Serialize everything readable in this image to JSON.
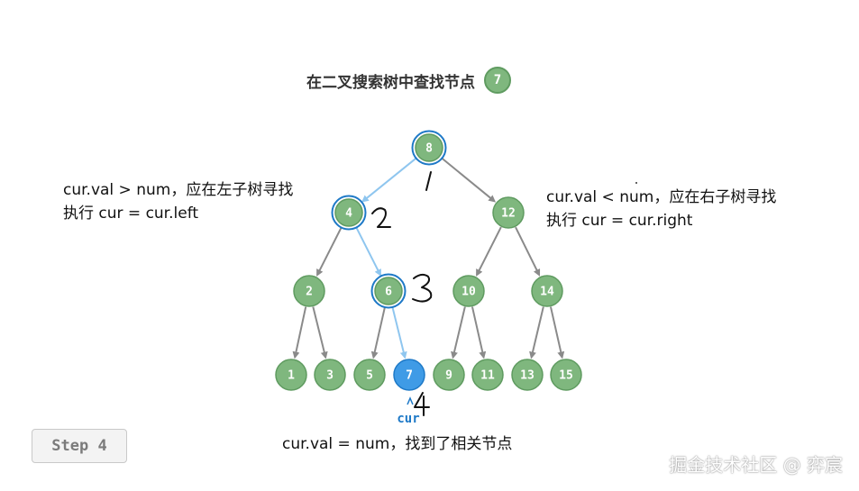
{
  "title": {
    "text": "在二叉搜索树中查找节点",
    "target_value": "7"
  },
  "notes": {
    "left": {
      "line1": "cur.val > num，应在左子树寻找",
      "line2": "执行 cur = cur.left"
    },
    "right": {
      "line1": "cur.val < num，应在右子树寻找",
      "line2": "执行 cur = cur.right"
    },
    "bottom": "cur.val = num，找到了相关节点"
  },
  "tree": {
    "nodes": [
      {
        "id": "n8",
        "value": "8",
        "state": "visited"
      },
      {
        "id": "n4",
        "value": "4",
        "state": "visited"
      },
      {
        "id": "n12",
        "value": "12",
        "state": "normal"
      },
      {
        "id": "n2",
        "value": "2",
        "state": "normal"
      },
      {
        "id": "n6",
        "value": "6",
        "state": "visited"
      },
      {
        "id": "n10",
        "value": "10",
        "state": "normal"
      },
      {
        "id": "n14",
        "value": "14",
        "state": "normal"
      },
      {
        "id": "n1",
        "value": "1",
        "state": "normal"
      },
      {
        "id": "n3",
        "value": "3",
        "state": "normal"
      },
      {
        "id": "n5",
        "value": "5",
        "state": "normal"
      },
      {
        "id": "n7",
        "value": "7",
        "state": "current"
      },
      {
        "id": "n9",
        "value": "9",
        "state": "normal"
      },
      {
        "id": "n11",
        "value": "11",
        "state": "normal"
      },
      {
        "id": "n13",
        "value": "13",
        "state": "normal"
      },
      {
        "id": "n15",
        "value": "15",
        "state": "normal"
      }
    ],
    "edges": [
      {
        "from": "n8",
        "to": "n4",
        "path": true
      },
      {
        "from": "n8",
        "to": "n12",
        "path": false
      },
      {
        "from": "n4",
        "to": "n2",
        "path": false
      },
      {
        "from": "n4",
        "to": "n6",
        "path": true
      },
      {
        "from": "n12",
        "to": "n10",
        "path": false
      },
      {
        "from": "n12",
        "to": "n14",
        "path": false
      },
      {
        "from": "n2",
        "to": "n1",
        "path": false
      },
      {
        "from": "n2",
        "to": "n3",
        "path": false
      },
      {
        "from": "n6",
        "to": "n5",
        "path": false
      },
      {
        "from": "n6",
        "to": "n7",
        "path": true
      },
      {
        "from": "n10",
        "to": "n9",
        "path": false
      },
      {
        "from": "n10",
        "to": "n11",
        "path": false
      },
      {
        "from": "n14",
        "to": "n13",
        "path": false
      },
      {
        "from": "n14",
        "to": "n15",
        "path": false
      }
    ],
    "pointer_label": "cur",
    "handwritten_steps": [
      "1",
      "2",
      "3",
      "4"
    ]
  },
  "colors": {
    "node_fill": "#7fb77e",
    "node_stroke": "#5f9b60",
    "visited_ring": "#1e79c7",
    "current_fill": "#3f9be6",
    "path_edge": "#8fc6ef",
    "normal_edge": "#8a8a8a"
  },
  "step_button": "Step 4",
  "watermark": "掘金技术社区 @ 弈宸"
}
